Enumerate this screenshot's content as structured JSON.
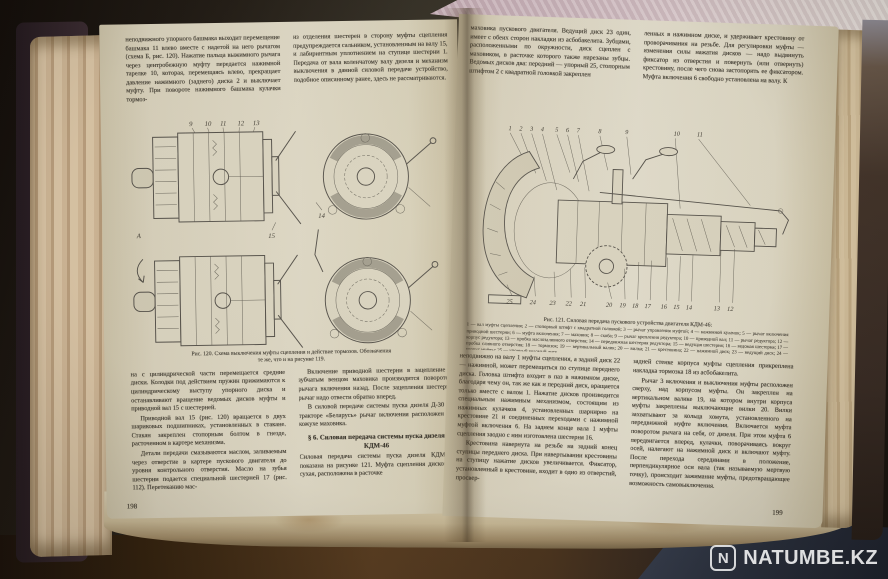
{
  "watermark": {
    "logo_letter": "N",
    "text": "NATUMBE.KZ"
  },
  "left_page": {
    "page_number": "198",
    "top_col1": "неподвижного упорного башмака выходит перемещение башмака 11 влево вместе с надетой на него рычагом (схема Б, рис. 120). Нажатие пальца выжимного рычага через центробежную муфту передается нажимной тарелке 10, которая, перемещаясь влево, прекращает давление нажимного (заднего) диска 2 и выключает муфту. При повороте нажимного башмака кулачки тормоз-",
    "top_col2": "из отделения шестерен в сторону муфты сцепления предупреждается сальником, установленным на валу 15, и лабиринтным уплотнением на ступице шестерни 1. Передача от вала коленчатому валу дизеля и механизм выключения в данной силовой передаче устройство, подобное описанному ранее, здесь не рассматриваются.",
    "fig": {
      "callouts_top": [
        "9",
        "10",
        "11",
        "12",
        "13"
      ],
      "label_a": "А",
      "label_14": "14",
      "label_15": "15",
      "caption_l1": "Рис. 120. Схема выключения муфты сцепления и действие тормозов. Обозначения",
      "caption_l2": "те же, что и на рисунке 119."
    },
    "col1_p1": "на с цилиндрической части перемещается средние диски. Колодки под действием пружин прижимаются к цилиндрическому выступу упорного диска и останавливают вращение ведомых дисков муфты и приводной вал 15 с шестерней.",
    "col1_p2": "Приводной вал 15 (рис. 120) вращается в двух шариковых подшипниках, установленных в стакане. Стакан закреплен стопорным болтом в гнезде, расточенном в картере механизма.",
    "col1_p3": "Детали передачи смазываются маслом, заливаемым через отверстие в картере пускового двигателя до уровня контрольного отверстия. Масло на зубья шестерни подается специальной шестерней 17 (рис. 112). Перетеканию мас-",
    "col2_p1": "Включение приводной шестерни в зацепление с зубчатым венцом маховика производится поворотом рычага включения назад. После зацепления шестерни рычаг надо отвести обратно вперед.",
    "col2_p2": "В силовой передаче системы пуска дизеля Д-30 на тракторе «Беларусь» рычаг включения расположен на кожухе маховика.",
    "heading": "§ 6. Силовая передача системы пуска дизеля КДМ-46",
    "col2_p3": "Силовая передача системы пуска дизеля КДМ-46 показана на рисунке 121. Муфта сцепления дисковая, сухая, расположена в расточке"
  },
  "right_page": {
    "page_number": "199",
    "top_col1": "маховика пускового двигателя. Ведущий диск 23 один, имеет с обеих сторон накладки из асбобакелита. Зубцами, расположенными по окружности, диск сцеплен с маховиком, в расточке которого также нарезаны зубцы. Ведомых дисков два: передний — упорный 25, стопорным штифтом 2 с квадратной головкой закреплен",
    "top_col2": "ленных в нажимном диске, и удерживает крестовину от проворачивания на резьбе. Для регулировки муфты — изменения силы нажатия дисков — надо выдвинуть фиксатор из отверстия и повернуть (или отвернуть) крестовину, после чего снова застопорить ее фиксатором. Муфта включения 6 свободно установлена на валу. К",
    "fig": {
      "callouts_top": [
        "1",
        "2",
        "3",
        "4",
        "5",
        "6",
        "7",
        "8",
        "9",
        "10",
        "11"
      ],
      "callouts_bottom": [
        "25",
        "24",
        "23",
        "22",
        "21",
        "20",
        "19",
        "18",
        "17",
        "16",
        "15",
        "14",
        "13",
        "12"
      ],
      "caption_title": "Рис. 121. Силовая передача пускового устройства двигателя КДМ-46:",
      "caption_legend": "1 — вал муфты сцепления; 2 — стопорный штифт с квадратной головкой; 3 — рычаг управления муфтой; 4 — нажимной кулачок; 5 — рычаг включения приводной шестерни; 6 — муфта включения; 7 — маховик; 8 — скоба; 9 — рычаг крепления редуктора; 10 — приводной вал; 11 — рычаг редуктора; 12 — корпус редуктора; 13 — пробка маслозаливного отверстия; 14 — передвижная шестерня редуктора; 15 — ведущая шестерня; 16 — ведомая шестерня; 17 — пробка сливного отверстия; 18 — тормозок; 19 — вертикальный валик; 20 — вилка; 21 — крестовина; 22 — нажимной диск; 23 — ведущий диск; 24 — корпус муфты; 25 — упорный ведомый диск."
    },
    "col1_p1": "неподвижно на валу 1 муфты сцепления, а задний диск 22 — нажимной, может перемещаться по ступице переднего диска. Головка штифта входит в паз в нажимном диске, благодаря чему он, так же как и передний диск, вращается только вместе с валом 1. Нажатие дисков производится специальным нажимным механизмом, состоящим из нажимных кулачков 4, установленных шарнирно на крестовине 21 и соединенных переходами с нажимной муфтой включения 6. На заднем конце вала 1 муфты сцепления заодно с ним изготовлена шестерня 16.",
    "col1_p2": "Крестовина навернута на резьбе на задний конец ступицы переднего диска. При навертывании крестовины на ступицу нажатие дисков увеличивается. Фиксатор, установленный в крестовине, входит в одно из отверстий, просвер-",
    "col2_p1": "задней стенке корпуса муфты сцепления прикреплена накладка тормозка 18 из асбобакелита.",
    "col2_p2": "Рычаг 3 включения и выключения муфты расположен сверху, над корпусом муфты. Он закреплен на вертикальном валике 19, на котором внутри корпуса муфты закреплены выключающие вилки 20. Вилки захватывают за кольца хомута, установленного на передвижной муфте включения. Включается муфта поворотом рычага на себя, от дизеля. При этом муфта 6 передвигается вперед, кулачки, поворачиваясь вокруг осей, налегают на нажимной диск и включают муфту. После перехода серединами в положение, перпендикулярное оси вала (так называемую мертвую точку), происходит зажимание муфты, предотвращающее возможность самовыключения."
  }
}
